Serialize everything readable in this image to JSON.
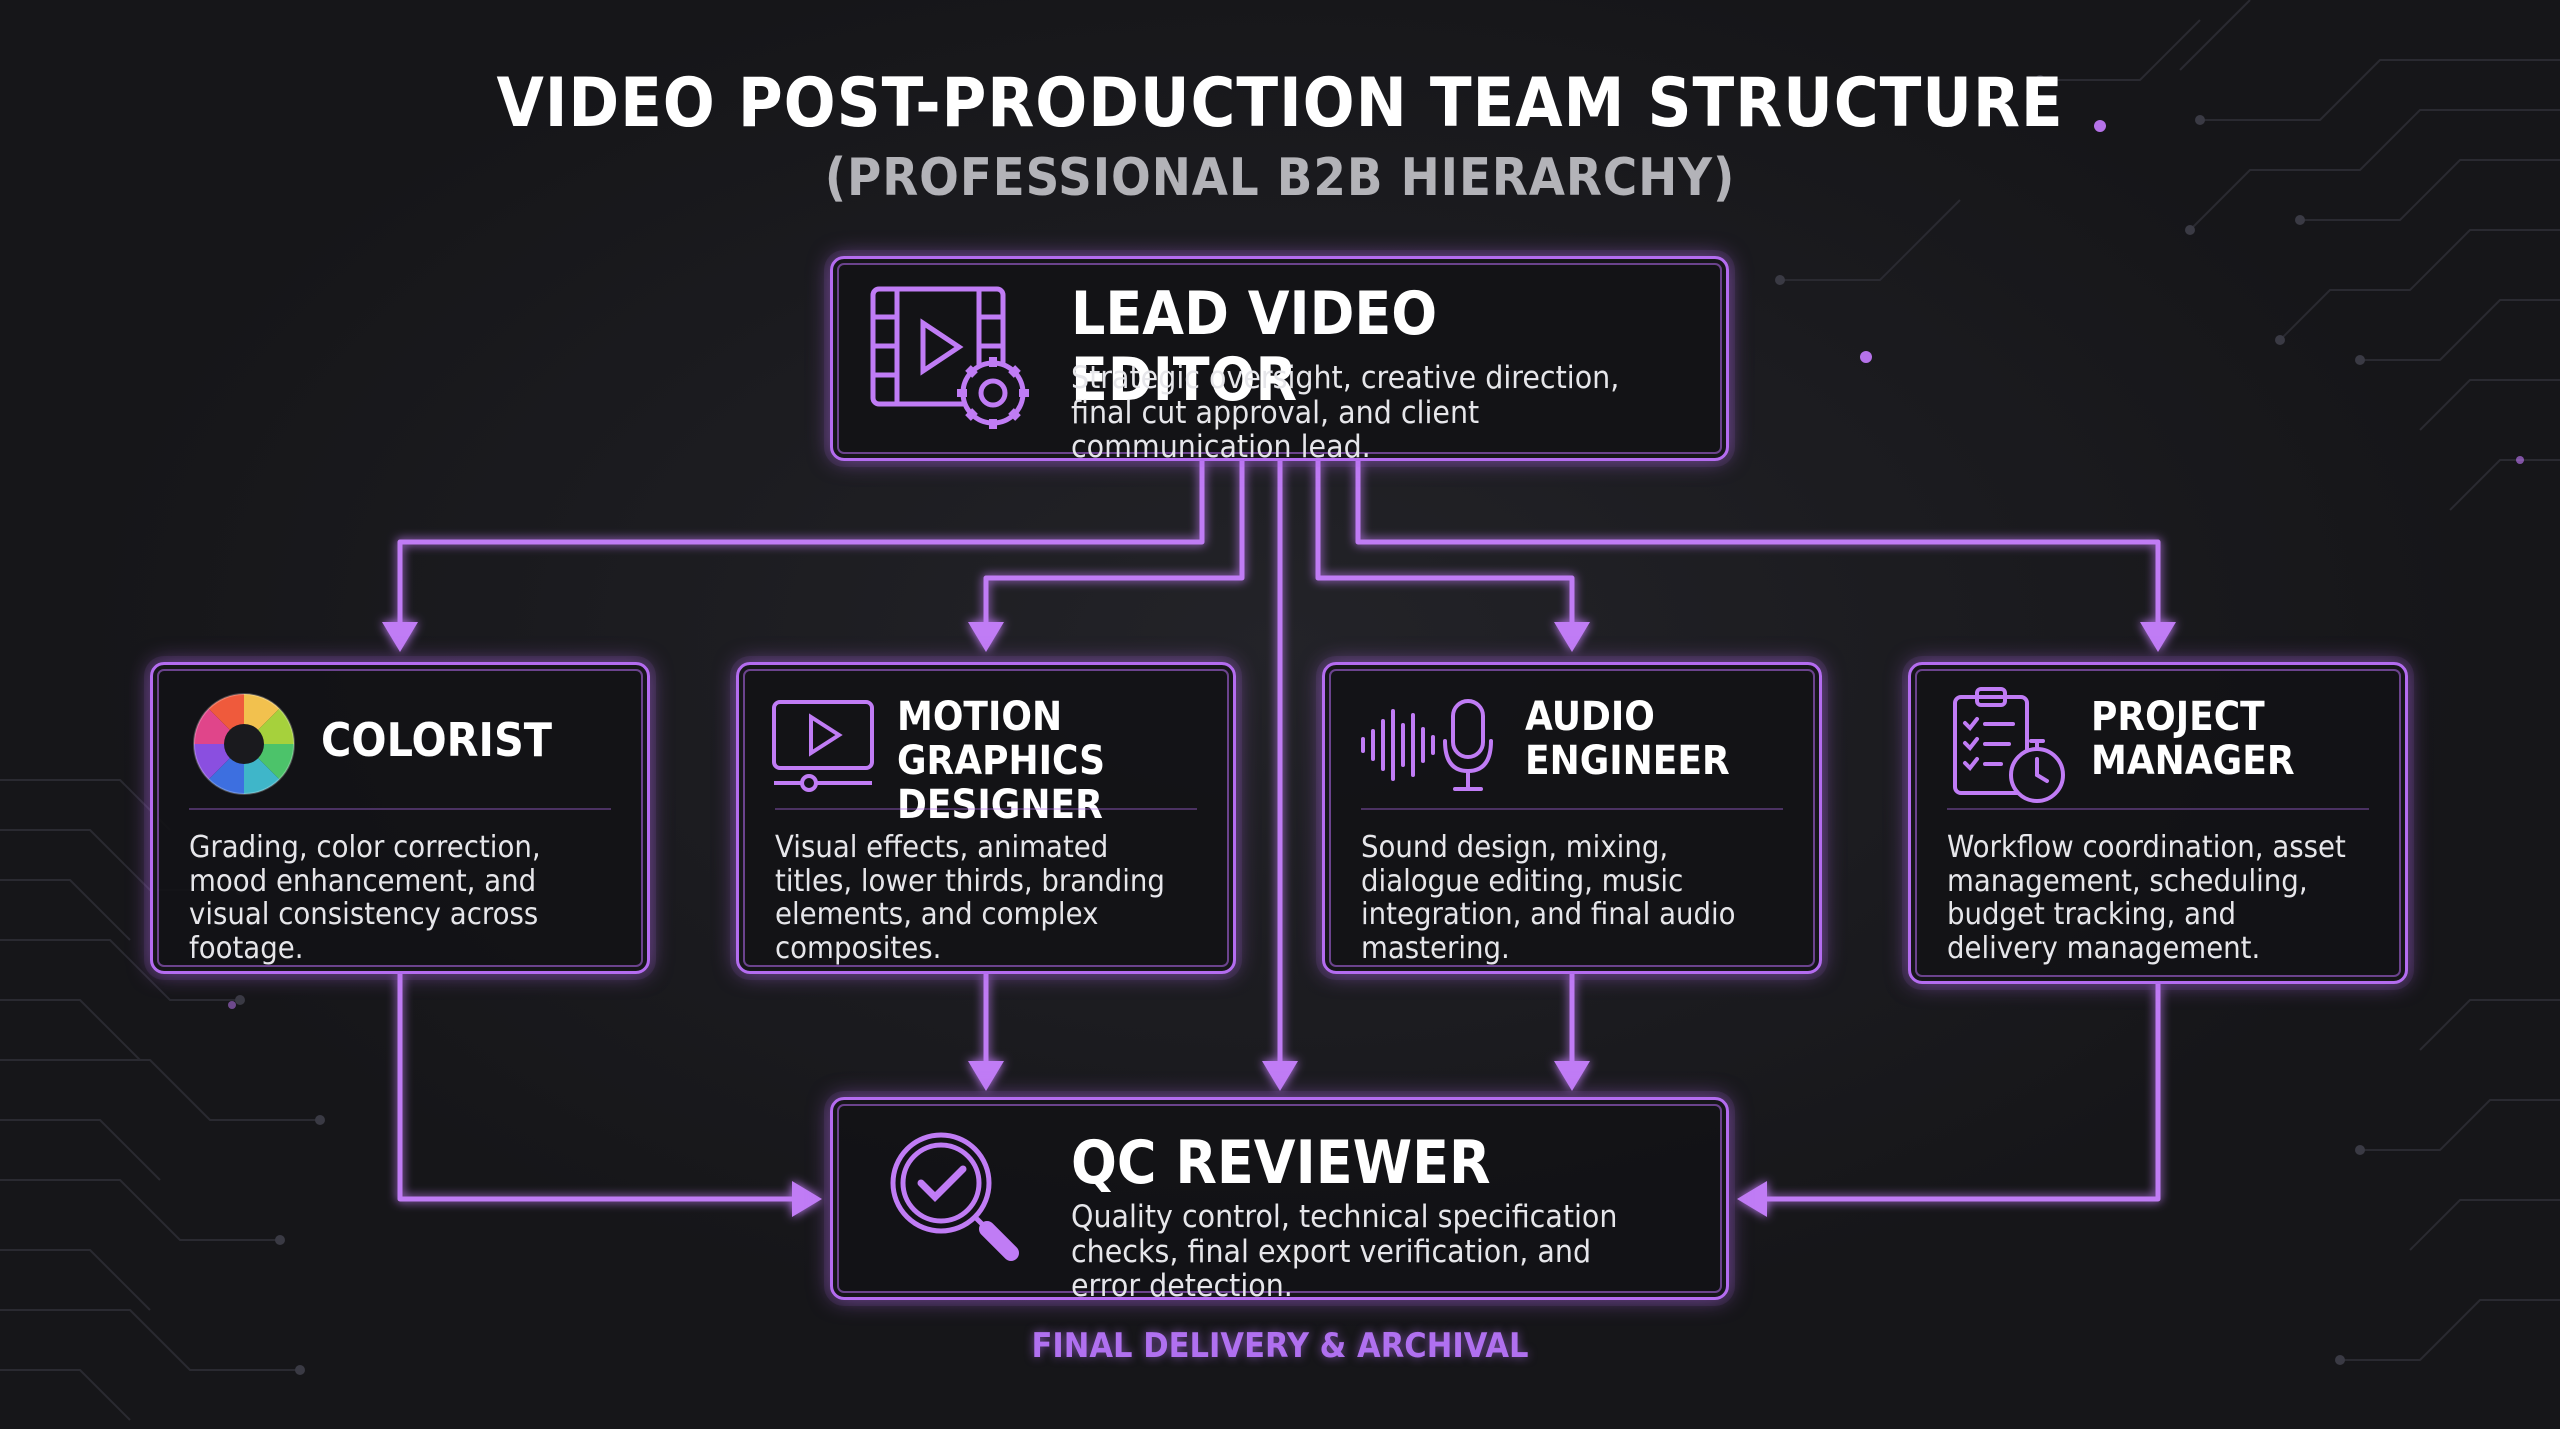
{
  "title": "VIDEO POST-PRODUCTION TEAM STRUCTURE",
  "subtitle": "(PROFESSIONAL B2B HIERARCHY)",
  "accent_color": "#b46cf0",
  "background_color": "#1b1b1f",
  "nodes": {
    "lead": {
      "title": "LEAD VIDEO EDITOR",
      "description": "Strategic oversight, creative direction, final cut approval, and client communication lead.",
      "icon": "film-gear-icon"
    },
    "colorist": {
      "title": "COLORIST",
      "description": "Grading, color correction, mood enhancement, and visual consistency across footage.",
      "icon": "color-wheel-icon"
    },
    "motion": {
      "title": "MOTION GRAPHICS\nDESIGNER",
      "description": "Visual effects, animated titles, lower thirds, branding elements, and complex composites.",
      "icon": "monitor-play-icon"
    },
    "audio": {
      "title": "AUDIO\nENGINEER",
      "description": "Sound design, mixing, dialogue editing, music integration, and final audio mastering.",
      "icon": "microphone-waveform-icon"
    },
    "pm": {
      "title": "PROJECT\nMANAGER",
      "description": "Workflow coordination, asset management, scheduling, budget tracking, and delivery management.",
      "icon": "clipboard-stopwatch-icon"
    },
    "qc": {
      "title": "QC REVIEWER",
      "description": "Quality control, technical specification checks, final export verification, and error detection.",
      "icon": "magnifier-check-icon"
    }
  },
  "edges": [
    {
      "from": "lead",
      "to": "colorist"
    },
    {
      "from": "lead",
      "to": "motion"
    },
    {
      "from": "lead",
      "to": "qc"
    },
    {
      "from": "lead",
      "to": "audio"
    },
    {
      "from": "lead",
      "to": "pm"
    },
    {
      "from": "colorist",
      "to": "qc"
    },
    {
      "from": "motion",
      "to": "qc"
    },
    {
      "from": "audio",
      "to": "qc"
    },
    {
      "from": "pm",
      "to": "qc"
    }
  ],
  "footer_label": "FINAL DELIVERY & ARCHIVAL"
}
